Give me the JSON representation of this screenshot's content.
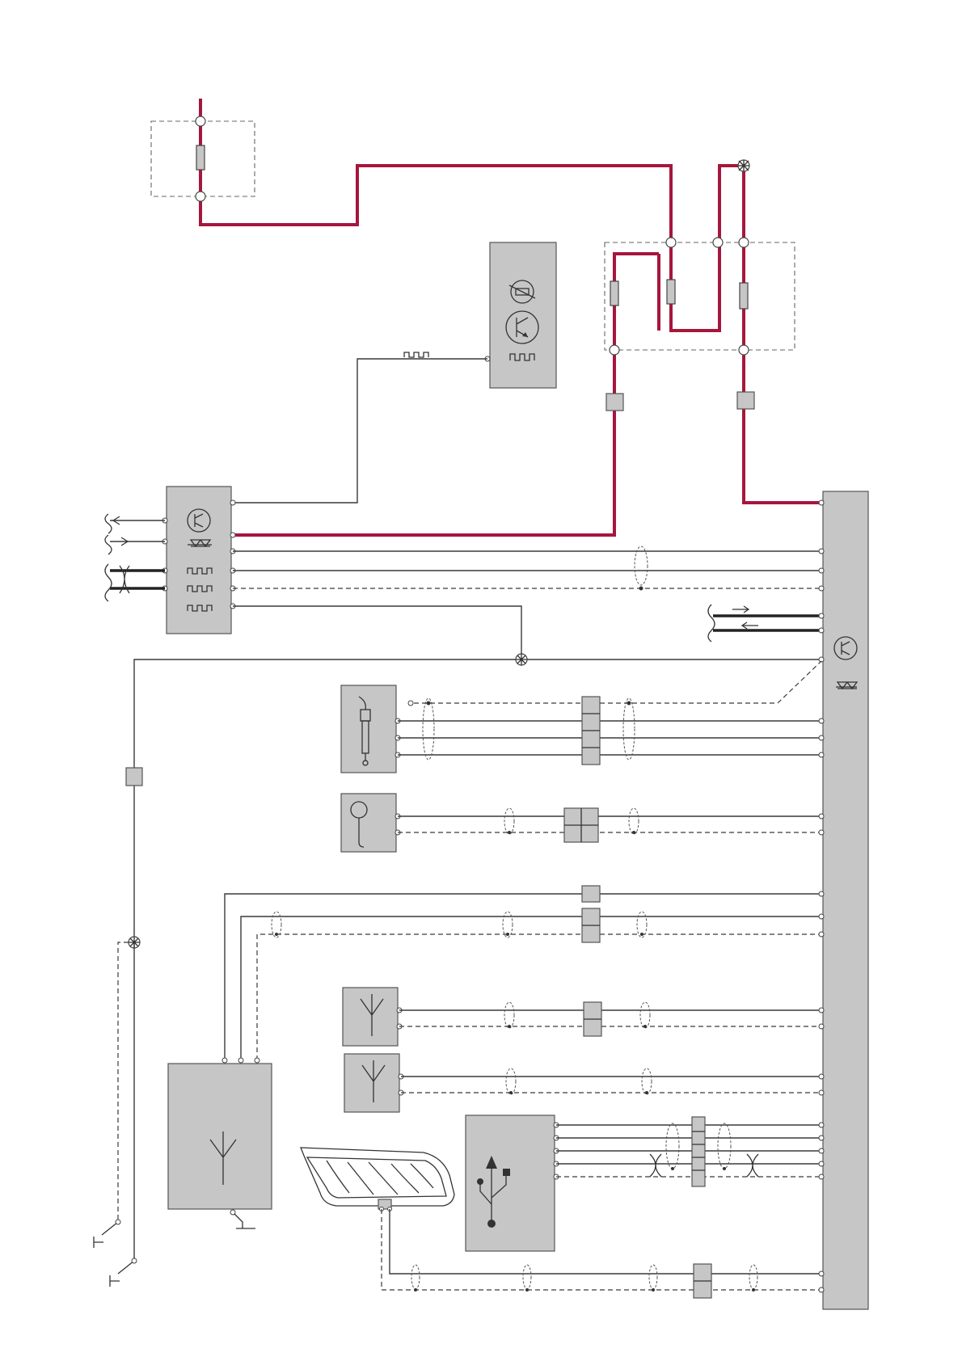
{
  "diagram": {
    "type": "wiring-schematic",
    "colors": {
      "power_wire": "#a6173d",
      "component_fill": "#c6c6c7",
      "signal_wire": "#3a3a3a",
      "background": "#ffffff"
    },
    "components": [
      {
        "id": "fuse-box-top",
        "icon": "fuse-icon"
      },
      {
        "id": "fuse-box-right",
        "icon": "fuse-icon"
      },
      {
        "id": "sensor-module",
        "icons": [
          "lamp-icon",
          "transistor-icon",
          "pulse-signal-icon"
        ]
      },
      {
        "id": "control-module-left",
        "icons": [
          "transistor-icon",
          "diode-icon",
          "pulse-signal-icon"
        ]
      },
      {
        "id": "main-control-unit",
        "icons": [
          "transistor-icon",
          "diode-icon"
        ]
      },
      {
        "id": "audio-jack",
        "icon": "jack-plug-icon"
      },
      {
        "id": "microphone",
        "icon": "microphone-icon"
      },
      {
        "id": "antenna-module-1",
        "icon": "antenna-icon"
      },
      {
        "id": "antenna-module-2",
        "icon": "antenna-icon"
      },
      {
        "id": "antenna-amplifier",
        "icon": "antenna-icon"
      },
      {
        "id": "usb-hub",
        "icon": "usb-icon"
      },
      {
        "id": "display-panel",
        "icon": "display-icon"
      }
    ]
  }
}
